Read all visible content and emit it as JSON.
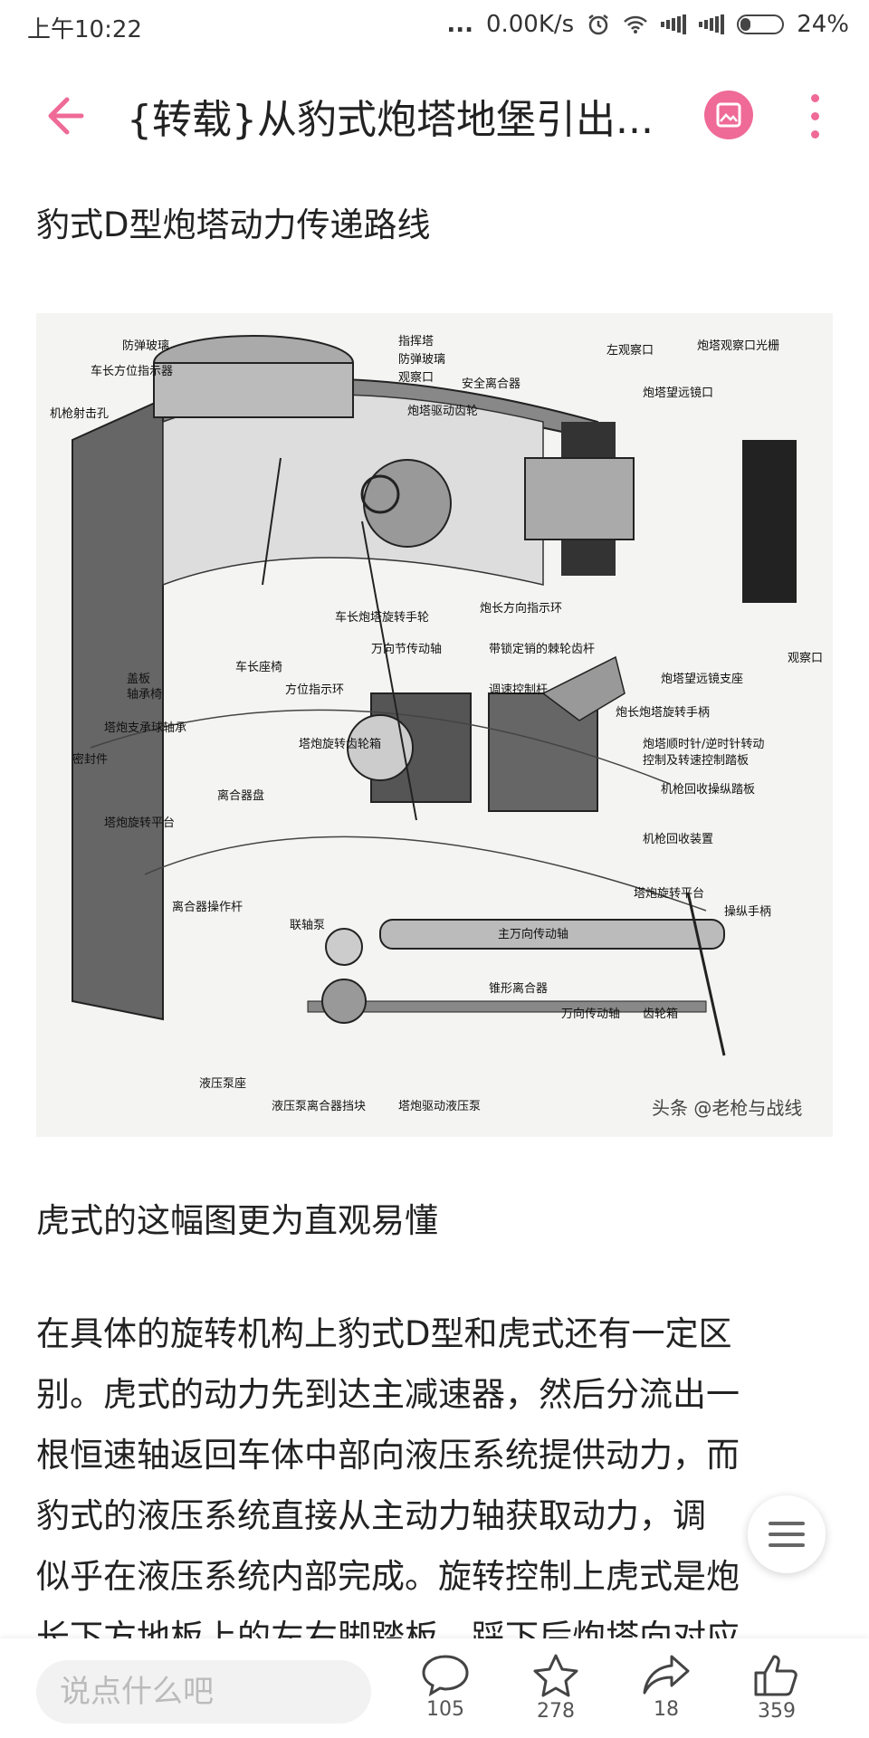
{
  "status_bar": {
    "time": "上午10:22",
    "signal_dots": "...",
    "speed": "0.00K/s",
    "battery": "24%",
    "battery_level": 0.24
  },
  "header": {
    "title": "{转载}从豹式炮塔地堡引出...",
    "accent_color": "#ef6a97"
  },
  "content": {
    "section_heading": "豹式D型炮塔动力传递路线",
    "figure": {
      "labels": [
        "防弹玻璃",
        "车长方位指示器",
        "机枪射击孔",
        "指挥塔",
        "防弹玻璃",
        "观察口",
        "安全离合器",
        "炮塔驱动齿轮",
        "左观察口",
        "炮塔观察口光栅",
        "炮塔望远镜口",
        "观察口",
        "车长炮塔旋转手轮",
        "万向节传动轴",
        "车长座椅",
        "方位指示环",
        "炮长方向指示环",
        "带锁定销的棘轮齿杆",
        "炮塔望远镜支座",
        "调速控制杆",
        "盖板",
        "轴承椅",
        "塔炮支承球轴承",
        "密封件",
        "炮长炮塔旋转手柄",
        "塔炮旋转齿轮箱",
        "炮塔顺时针/逆时针转动",
        "控制及转速控制踏板",
        "机枪回收操纵踏板",
        "离合器盘",
        "塔炮旋转平台",
        "机枪回收装置",
        "塔炮旋转平台",
        "操纵手柄",
        "离合器操作杆",
        "联轴泵",
        "主万向传动轴",
        "锥形离合器",
        "万向传动轴",
        "齿轮箱",
        "液压泵座",
        "液压泵离合器挡块",
        "塔炮驱动液压泵"
      ],
      "watermark": "头条 @老枪与战线"
    },
    "caption2": "虎式的这幅图更为直观易懂",
    "body_lines": [
      "在具体的旋转机构上豹式D型和虎式还有一定区",
      "别。虎式的动力先到达主减速器，然后分流出一",
      "根恒速轴返回车体中部向液压系统提供动力，而",
      "豹式的液压系统直接从主动力轴获取动力，调",
      "似乎在液压系统内部完成。旋转控制上虎式是炮",
      "长下方地板上的左右脚踏板，踩下后炮塔向对应"
    ]
  },
  "bottom_bar": {
    "comment_placeholder": "说点什么吧",
    "comments_count": "105",
    "favorites_count": "278",
    "shares_count": "18",
    "likes_count": "359"
  }
}
